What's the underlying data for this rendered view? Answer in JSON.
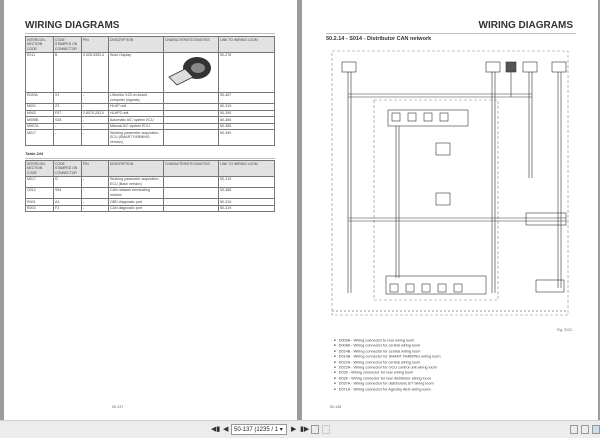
{
  "viewer": {
    "page_field": "50-137 (1235 / 1",
    "first": "first-page",
    "prev": "previous-page",
    "next": "next-page",
    "last": "last-page"
  },
  "left_page": {
    "header": "WIRING DIAGRAMS",
    "columns": [
      "INTERCON-NECTION CODE",
      "CODE STAMPED ON CONNECTOR",
      "PIN",
      "DESCRIPTION",
      "CHARACTERISTICS/NOTES",
      "LINK TO WIRING LOOM"
    ],
    "table1": [
      [
        "E011",
        "B",
        "0.026.5353.4",
        "Work Display",
        "",
        "50-278"
      ],
      [
        "E020A",
        "X1",
        "-",
        "I-Monitor X25 on-board computer (signals)",
        "",
        "50-467"
      ],
      [
        "M001",
        "Z3",
        "-",
        "HLHP unit",
        "",
        "50-319"
      ],
      [
        "M002",
        "F57",
        "2.8070.253.0",
        "HLHP2 unit",
        "",
        "50-350"
      ],
      [
        "M006B",
        "S28",
        "-",
        "Automatic A/C system ECU",
        "",
        "50-365"
      ],
      [
        "M007A",
        "-",
        "-",
        "Manual A/C system ECU",
        "",
        "50-365"
      ],
      [
        "M017",
        "-",
        "-",
        "Working parameter acquisition ECU (SMART FARMING version)",
        "",
        "50-359"
      ]
    ],
    "caption": "Table 244",
    "table2": [
      [
        "M017",
        "I2",
        "-",
        "Working parameter acquisition ECU (Base version)",
        "",
        "50-319"
      ],
      [
        "O012",
        "S54",
        "-",
        "CAN network terminating resistor",
        "",
        "50-365"
      ],
      [
        "R001",
        "A1",
        "-",
        "OBD diagnostic port",
        "",
        "50-319"
      ],
      [
        "R003",
        "F2",
        "-",
        "CAN diagnostic port",
        "",
        "50-319"
      ]
    ],
    "page_number": "50-137"
  },
  "right_page": {
    "header": "WIRING DIAGRAMS",
    "section_title": "50.2.14 - S014 - Distributor CAN network",
    "figure_label": "Fig. 3122",
    "legend": [
      "D006A - Wiring connector to rear wiring loom",
      "D008A - Wiring connector for central wiring loom",
      "D014B - Wiring connector for central wiring loom",
      "D014B - Wiring connector for SMART FARMING wiring loom",
      "D022A - Wiring connector for central wiring loom",
      "D022A - Wiring connector for OCU control unit wiring loom",
      "D035 - Wiring connector for rear wiring loom",
      "D036 - Wiring connector for rear distributor wiring loom",
      "D037A - Wiring connector for distributors 6/7 wiring loom",
      "D071A - Wiring connector for Agrosky AES wiring loom"
    ],
    "page_number": "50-138"
  }
}
